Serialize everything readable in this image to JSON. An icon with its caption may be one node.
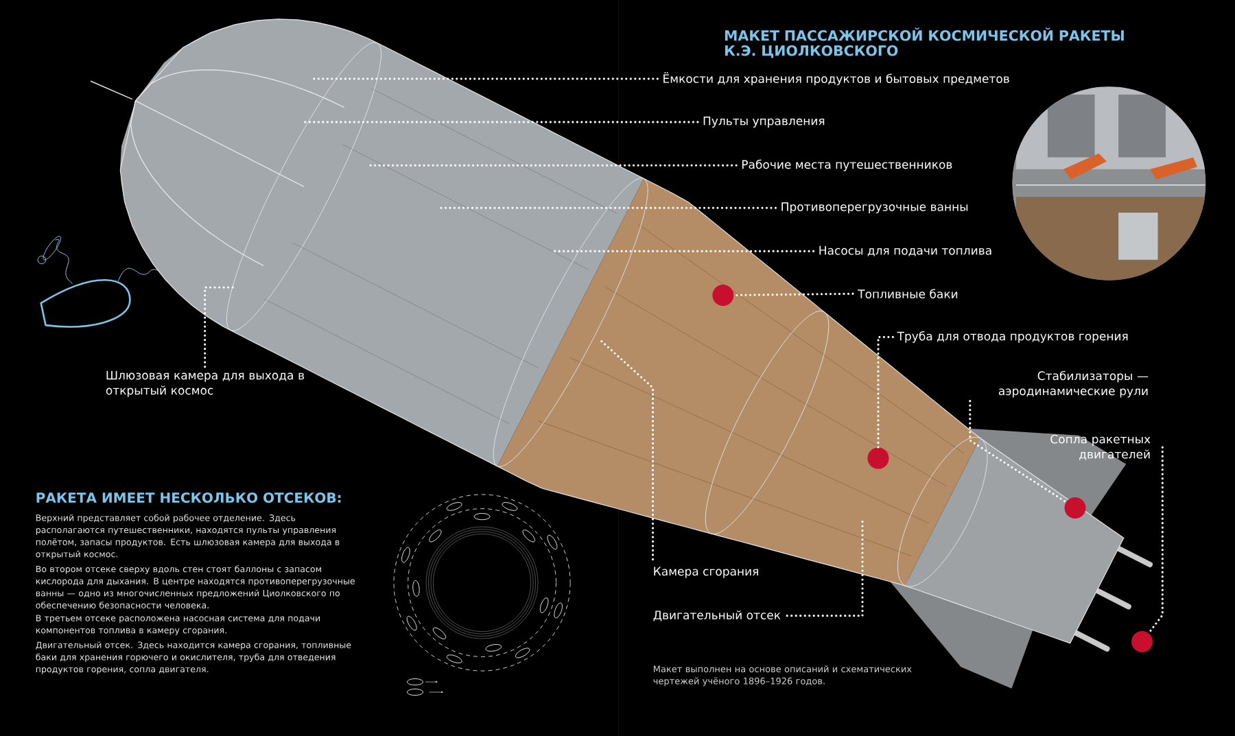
{
  "diagram": {
    "title": "МАКЕТ ПАССАЖИРСКОЙ КОСМИЧЕСКОЙ РАКЕТЫ К.Э. ЦИОЛКОВСКОГО",
    "nodes": [
      {
        "text": [],
        "shape": "picture"
      },
      {
        "text": [
          "Ёмкости для хранения продуктов и бытовых предметов"
        ]
      },
      {
        "text": [
          "Пульты управления"
        ]
      },
      {
        "text": [
          "Рабочие места путешественников"
        ]
      },
      {
        "text": [
          "Противоперегрузочные ванны"
        ]
      },
      {
        "text": [
          "Насосы для подачи топлива"
        ]
      },
      {
        "text": [],
        "shape": "circle",
        "in": 0
      },
      {
        "text": [
          "Топливные баки"
        ]
      },
      {
        "text": [],
        "shape": "circle",
        "in": 0
      },
      {
        "text": [
          "Труба для отвода продуктов горения"
        ]
      },
      {
        "text": [
          "Стабилизаторы — аэродинамические рули"
        ]
      },
      {
        "text": [],
        "shape": "circle",
        "in": 0
      },
      {
        "text": [
          "Сопла ракетных двигателей"
        ]
      },
      {
        "text": [],
        "shape": "circle"
      },
      {
        "text": [
          "Шлюзовая камера для выхода в открытый космос"
        ]
      },
      {
        "text": [
          "Камера сгорания"
        ]
      },
      {
        "text": [
          "Двигательный отсек"
        ]
      }
    ],
    "edges": [
      {
        "from": 1,
        "to": null,
        "arrow": "none"
      },
      {
        "from": 2,
        "to": null,
        "arrow": "none"
      },
      {
        "from": 3,
        "to": null,
        "arrow": "none"
      },
      {
        "from": 4,
        "to": null,
        "arrow": "none"
      },
      {
        "from": 5,
        "to": null,
        "arrow": "none"
      },
      {
        "from": 7,
        "to": 6,
        "arrow": "none"
      },
      {
        "from": 9,
        "to": 8,
        "arrow": "none"
      },
      {
        "from": 10,
        "to": 11,
        "arrow": "none"
      },
      {
        "from": 12,
        "to": 13,
        "arrow": "none"
      },
      {
        "from": 14,
        "to": null,
        "arrow": "none"
      },
      {
        "from": 15,
        "to": null,
        "arrow": "none"
      },
      {
        "from": 16,
        "to": null,
        "arrow": "none"
      }
    ],
    "labels": [
      "РАКЕТА ИМЕЕТ НЕСКОЛЬКО ОТСЕКОВ:",
      "Верхний представляет собой рабочее отделение. Здесь располагаются путешественники, находятся пульты управления полётом, запасы продуктов. Есть шлюзовая камера для выхода в открытый космос.",
      "Во втором отсеке сверху вдоль стен стоят баллоны с запасом кислорода для дыхания. В центре находятся противоперегрузочные ванны — одно из многочисленных предложений Циолковского по обеспечению безопасности человека.",
      "В третьем отсеке расположена насосная система для подачи компонентов топлива в камеру сгорания.",
      "Двигательный отсек. Здесь находится камера сгорания, топливные баки для хранения горючего и окислителя, труба для отведения продуктов горения, сопла двигателя.",
      "Макет выполнен на основе описаний и схематических чертежей учёного 1896–1926 годов."
    ]
  }
}
